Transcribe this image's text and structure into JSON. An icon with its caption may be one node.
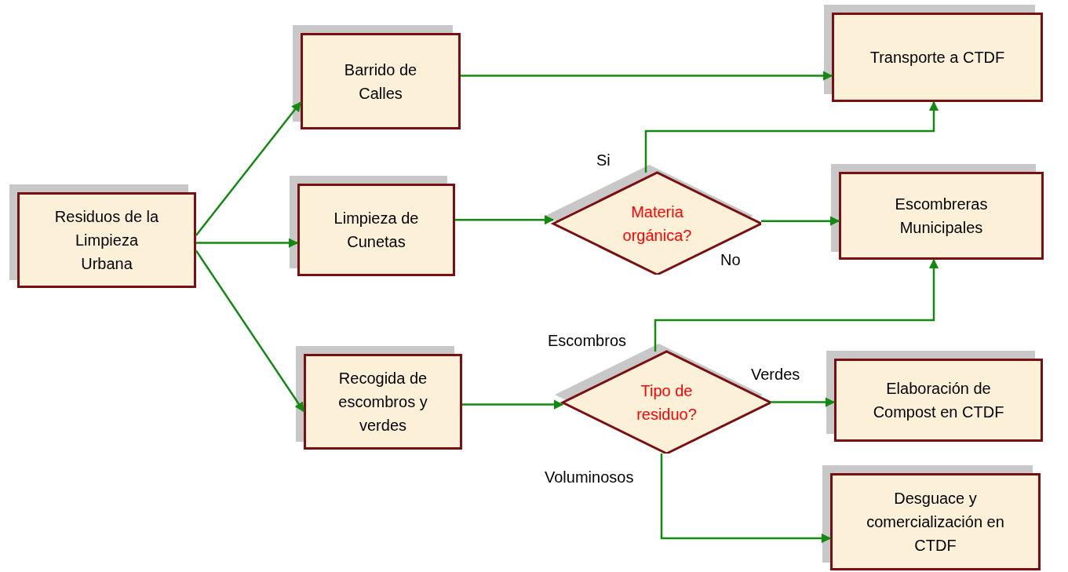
{
  "diagram": {
    "nodes": [
      {
        "text": [
          "Residuos de la Limpieza Urbana"
        ]
      },
      {
        "text": [
          "Barrido de Calles"
        ]
      },
      {
        "text": [
          "Limpieza de Cunetas"
        ]
      },
      {
        "text": [
          "Recogida de escombros y verdes"
        ]
      },
      {
        "text": [
          "Materia orgánica?"
        ]
      },
      {
        "text": [
          "Tipo de residuo?"
        ]
      },
      {
        "text": [
          "Transporte a CTDF"
        ]
      },
      {
        "text": [
          "Escombreras Municipales"
        ]
      },
      {
        "text": [
          "Elaboración de Compost en CTDF"
        ]
      },
      {
        "text": [
          "Desguace y comercialización en CTDF"
        ]
      }
    ],
    "edges": [
      {
        "from": 0,
        "to": 1,
        "arrow": "to"
      },
      {
        "from": 0,
        "to": 2,
        "arrow": "to"
      },
      {
        "from": 0,
        "to": 3,
        "arrow": "to"
      },
      {
        "from": 1,
        "to": 6,
        "arrow": "to"
      },
      {
        "from": 2,
        "to": 4,
        "arrow": "to"
      },
      {
        "from": 4,
        "to": 6,
        "arrow": "to",
        "label": "Si"
      },
      {
        "from": 4,
        "to": 7,
        "arrow": "to",
        "label": "No"
      },
      {
        "from": 3,
        "to": 5,
        "arrow": "to"
      },
      {
        "from": 5,
        "to": 7,
        "arrow": "to",
        "label": "Escombros"
      },
      {
        "from": 5,
        "to": 8,
        "arrow": "to",
        "label": "Verdes"
      },
      {
        "from": 5,
        "to": 9,
        "arrow": "to",
        "label": "Voluminosos"
      }
    ]
  }
}
